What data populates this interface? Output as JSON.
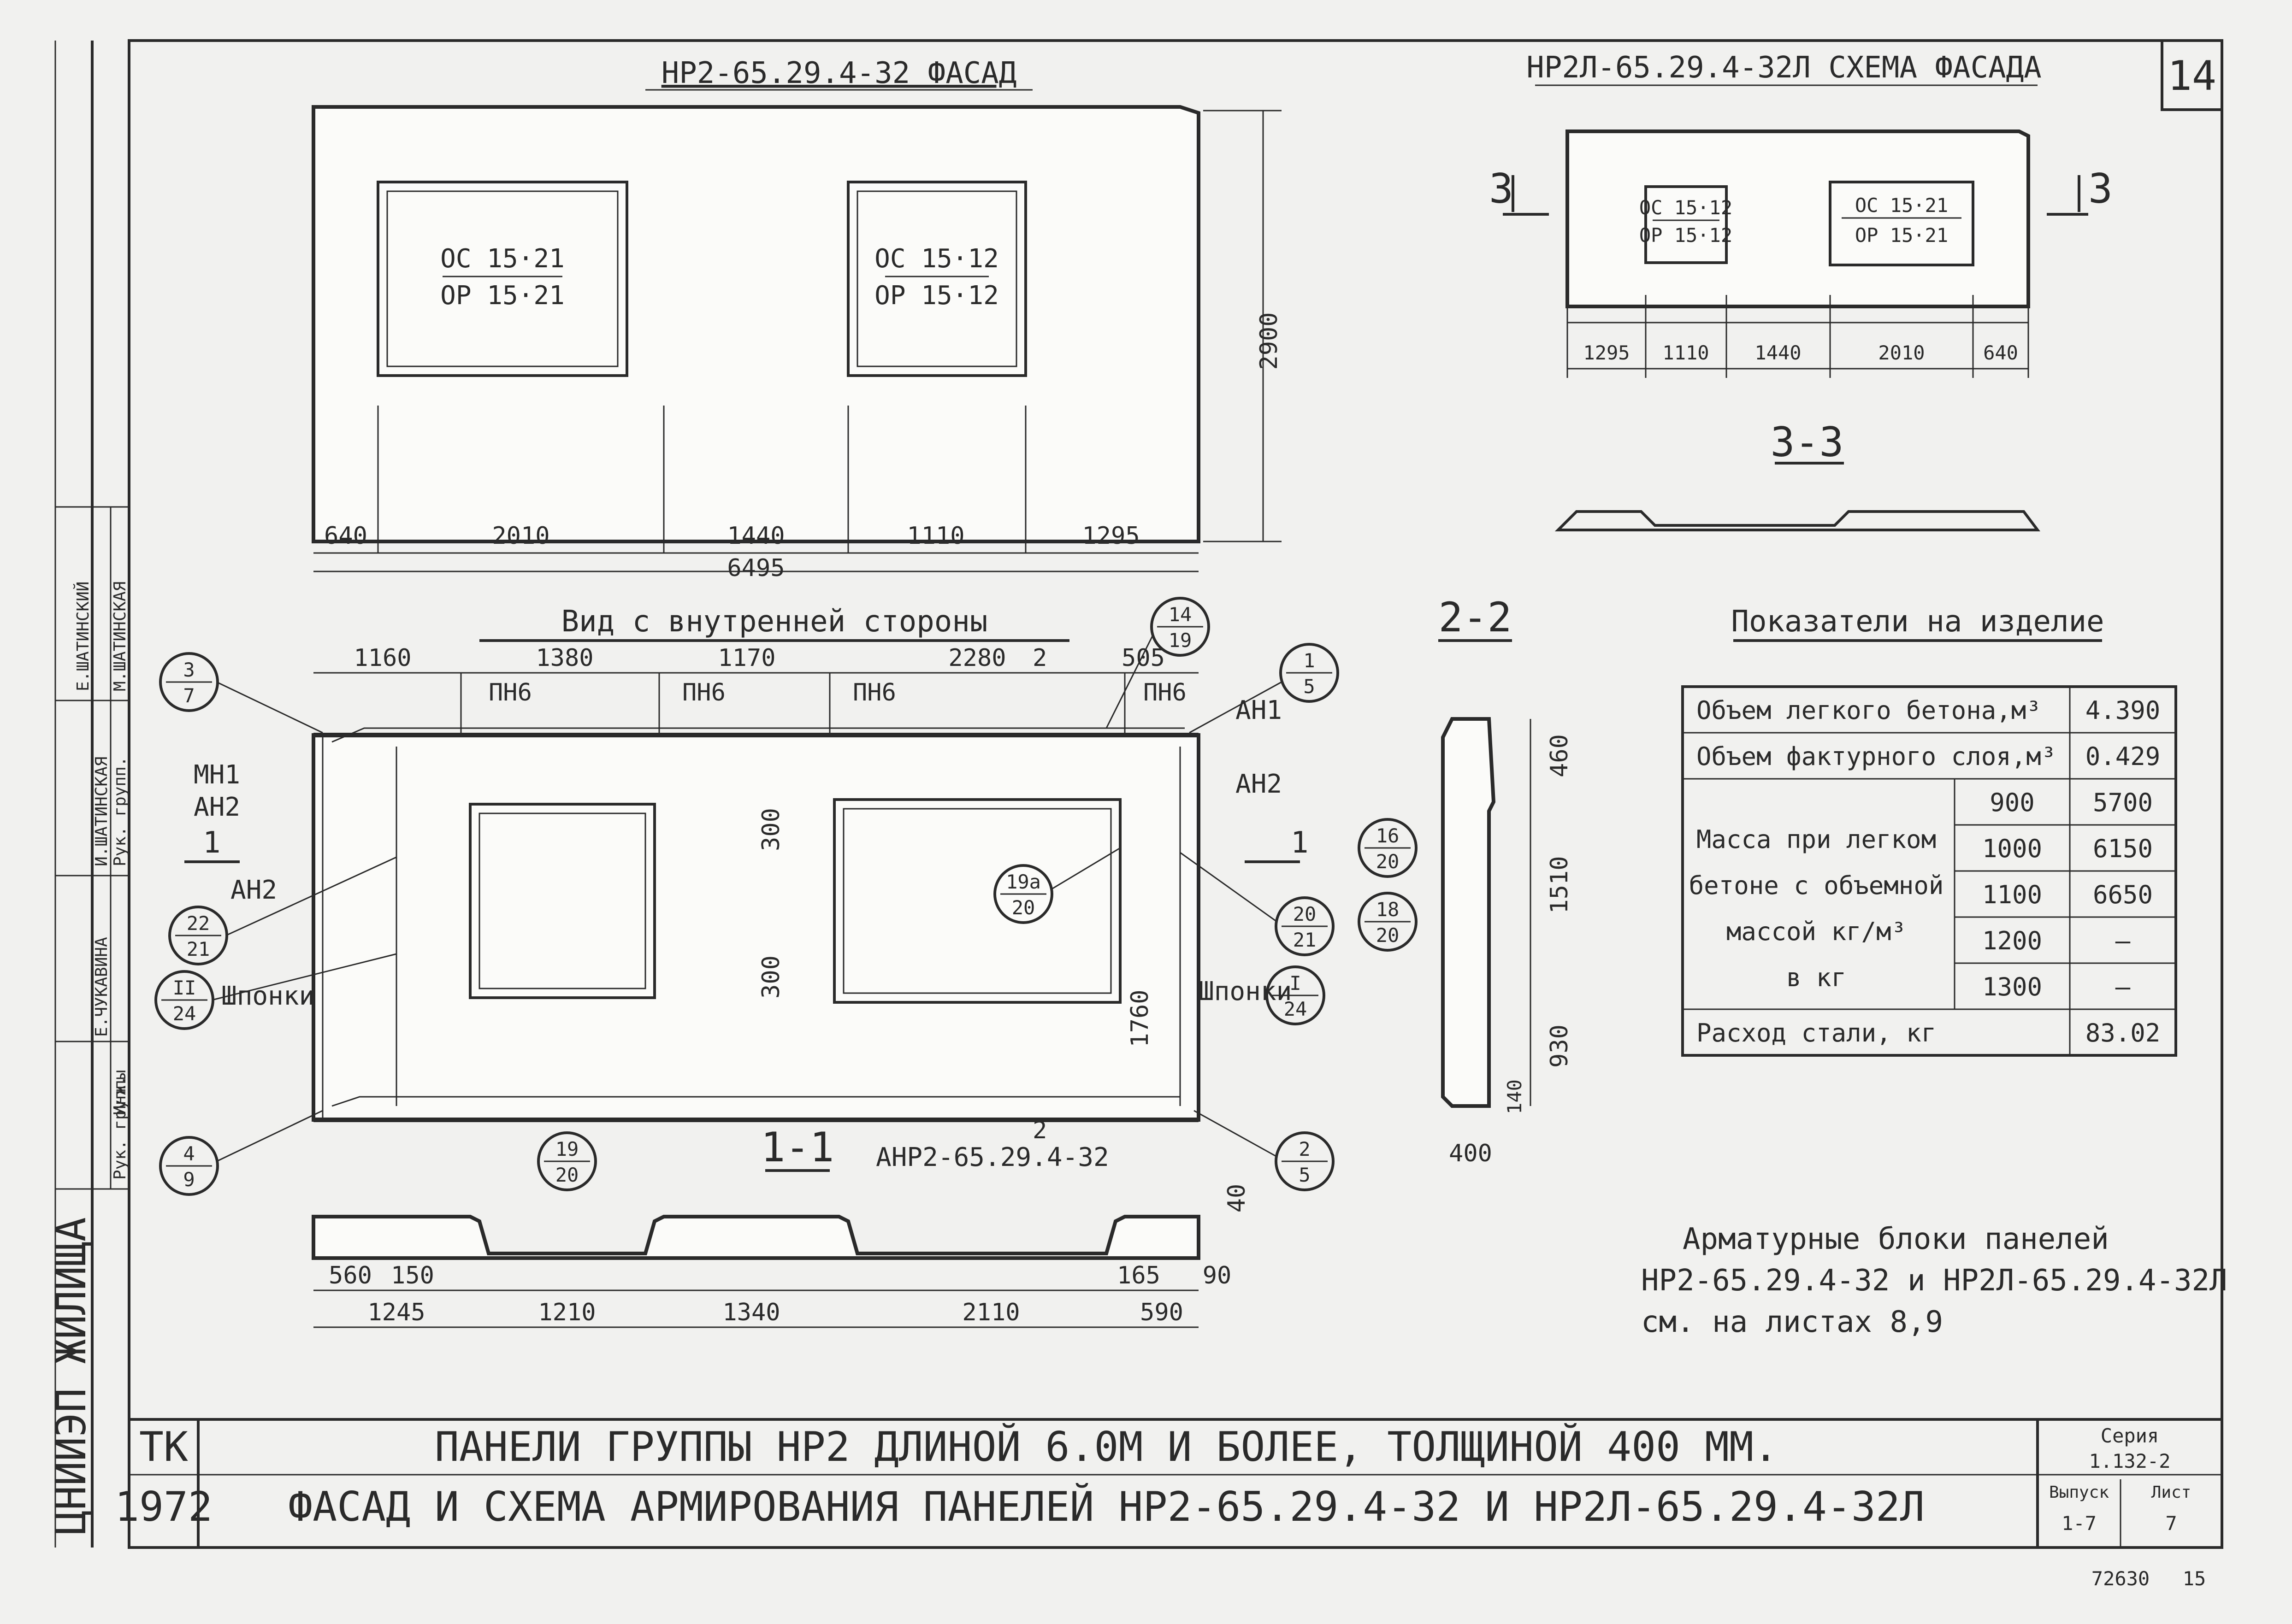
{
  "sheet": {
    "number": "14",
    "stamp": "72630",
    "stamp_small": "15",
    "left_strip": "ЦНИИЭП ЖИЛИЩА"
  },
  "signatures": {
    "roles": [
      "Рук. группы",
      "Инж.",
      "Рук. групп.",
      "Рук. группы"
    ],
    "names": [
      "Е.ЧУКАВИНА",
      "И.ШАТИНСКАЯ",
      "М.ШАТИНСКАЯ"
    ],
    "top": "Е.ШАТИНСКИЙ"
  },
  "facade": {
    "title": "НР2-65.29.4-32 ФАСАД",
    "win1": {
      "top": "ОС 15·21",
      "bottom": "ОР 15·21"
    },
    "win2": {
      "top": "ОС 15·12",
      "bottom": "ОР 15·12"
    },
    "dims": [
      "640",
      "2010",
      "1440",
      "1110",
      "1295"
    ],
    "total": "6495",
    "height": "2900"
  },
  "scheme": {
    "title": "НР2Л-65.29.4-32Л СХЕМА ФАСАДА",
    "win1": {
      "top": "ОС 15·12",
      "bottom": "ОР 15·12"
    },
    "win2": {
      "top": "ОС 15·21",
      "bottom": "ОР 15·21"
    },
    "dims": [
      "1295",
      "1110",
      "1440",
      "2010",
      "640"
    ],
    "section_marks": [
      "3",
      "3"
    ]
  },
  "section33": {
    "title": "3-3"
  },
  "inner_view": {
    "title": "Вид с внутренней стороны",
    "top_dims": [
      "1160",
      "1380",
      "1170",
      "2280",
      "505"
    ],
    "top_mark": "2",
    "loops": [
      "ПН6",
      "ПН6",
      "ПН6",
      "ПН6"
    ],
    "labels": {
      "mn1": "МН1",
      "an2_a": "АН2",
      "an2_b": "АН2",
      "an2_c": "АН2",
      "an1": "АН1",
      "shponki_l": "Шпонки",
      "shponki_r": "Шпонки",
      "sec_l": "1",
      "sec_r": "1"
    },
    "dims_v": [
      "300",
      "300",
      "1760"
    ],
    "callouts": [
      {
        "top": "3",
        "bottom": "7"
      },
      {
        "top": "14",
        "bottom": "19"
      },
      {
        "top": "1",
        "bottom": "5"
      },
      {
        "top": "22",
        "bottom": "21"
      },
      {
        "top": "II",
        "bottom": "24"
      },
      {
        "top": "19а",
        "bottom": "20"
      },
      {
        "top": "20",
        "bottom": "21"
      },
      {
        "top": "I",
        "bottom": "24"
      },
      {
        "top": "4",
        "bottom": "9"
      },
      {
        "top": "2",
        "bottom": "5"
      }
    ]
  },
  "section11": {
    "title": "1-1",
    "label": "АНР2-65.29.4-32",
    "callout": {
      "top": "19",
      "bottom": "20"
    },
    "mark": "2",
    "dims_top": [
      "560",
      "150",
      "165",
      "90"
    ],
    "dims_bottom": [
      "1245",
      "1210",
      "1340",
      "2110",
      "590"
    ],
    "thick": "40"
  },
  "section22": {
    "title": "2-2",
    "dims": [
      "460",
      "1510",
      "930",
      "140",
      "400"
    ],
    "callouts": [
      {
        "top": "16",
        "bottom": "20"
      },
      {
        "top": "18",
        "bottom": "20"
      }
    ]
  },
  "indicators": {
    "title": "Показатели на изделие",
    "rows": [
      {
        "label": "Объем легкого бетона,м³",
        "value": "4.390"
      },
      {
        "label": "Объем фактурного слоя,м³",
        "value": "0.429"
      }
    ],
    "mass_label": [
      "Масса при легком",
      "бетоне с объемной",
      "массой кг/м³",
      "в кг"
    ],
    "mass_rows": [
      {
        "density": "900",
        "mass": "5700"
      },
      {
        "density": "1000",
        "mass": "6150"
      },
      {
        "density": "1100",
        "mass": "6650"
      },
      {
        "density": "1200",
        "mass": "—"
      },
      {
        "density": "1300",
        "mass": "—"
      }
    ],
    "steel": {
      "label": "Расход стали, кг",
      "value": "83.02"
    }
  },
  "note": {
    "lines": [
      "Арматурные блоки панелей",
      "НР2-65.29.4-32 и НР2Л-65.29.4-32Л",
      "см. на листах 8,9"
    ]
  },
  "title_block": {
    "org": "ТК",
    "year": "1972",
    "line1": "ПАНЕЛИ ГРУППЫ НР2 ДЛИНОЙ 6.0М И БОЛЕЕ, ТОЛЩИНОЙ 400 ММ.",
    "line2": "ФАСАД И СХЕМА АРМИРОВАНИЯ ПАНЕЛЕЙ НР2-65.29.4-32 И НР2Л-65.29.4-32Л",
    "series_label": "Серия",
    "series": "1.132-2",
    "issue_label": "Выпуск",
    "issue": "1-7",
    "sheet_label": "Лист",
    "sheet": "7"
  }
}
